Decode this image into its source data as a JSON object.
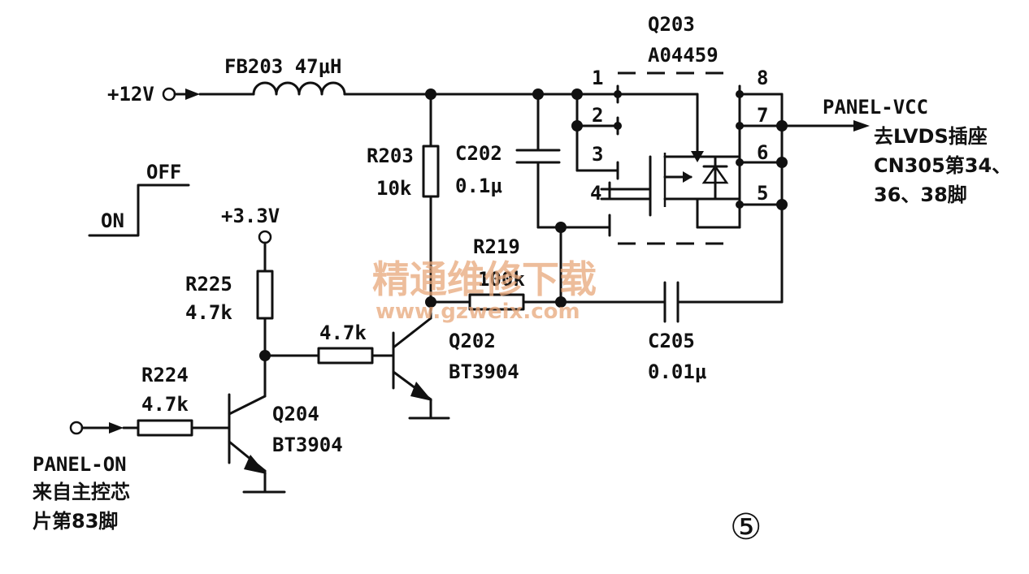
{
  "rails": {
    "v12": "+12V",
    "v33": "+3.3V"
  },
  "components": {
    "fb203": "FB203 47μH",
    "r203_name": "R203",
    "r203_val": "10k",
    "c202_name": "C202",
    "c202_val": "0.1μ",
    "q203_name": "Q203",
    "q203_part": "A04459",
    "r219_name": "R219",
    "r219_val": "100k",
    "c205_name": "C205",
    "c205_val": "0.01μ",
    "r225_name": "R225",
    "r225_val": "4.7k",
    "rbase_val": "4.7k",
    "q202_name": "Q202",
    "q202_part": "BT3904",
    "r224_name": "R224",
    "r224_val": "4.7k",
    "q204_name": "Q204",
    "q204_part": "BT3904"
  },
  "pins": [
    "1",
    "2",
    "3",
    "4",
    "5",
    "6",
    "7",
    "8"
  ],
  "switch": {
    "off": "OFF",
    "on": "ON"
  },
  "output": {
    "net": "PANEL-VCC",
    "line1": "去LVDS插座",
    "line2": "CN305第34、",
    "line3": "36、38脚"
  },
  "input": {
    "net": "PANEL-ON",
    "line1": "来自主控芯",
    "line2": "片第83脚"
  },
  "watermark": {
    "title": "精通维修下载",
    "url": "www.gzweix.com"
  },
  "figure_number": "⑤"
}
